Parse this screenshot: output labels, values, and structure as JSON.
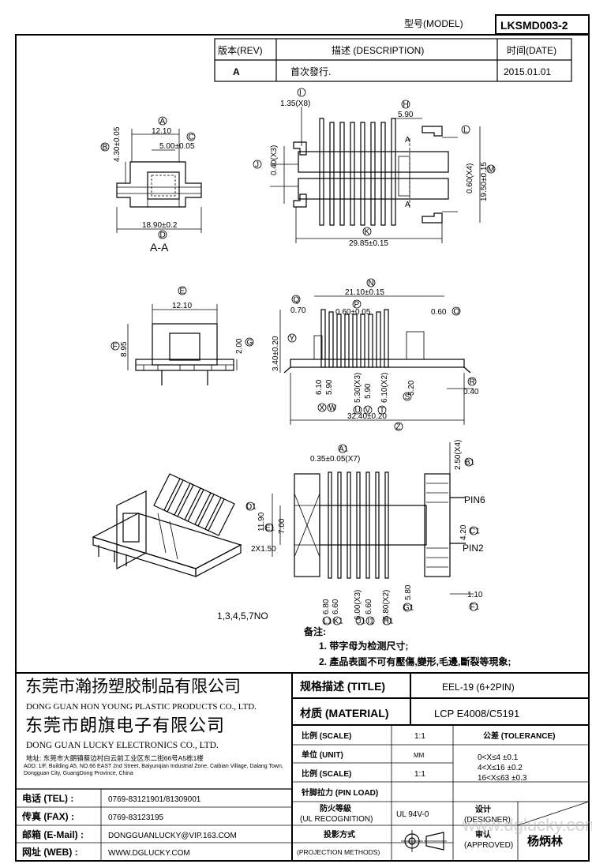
{
  "header": {
    "model_label": "型号(MODEL)",
    "model_value": "LKSMD003-2"
  },
  "revision": {
    "rev_label": "版本(REV)",
    "desc_label": "描述 (DESCRIPTION)",
    "date_label": "时间(DATE)",
    "rev": "A",
    "description": "首次發行.",
    "date": "2015.01.01"
  },
  "views": {
    "section_label": "A-A",
    "pins_note": "1,3,4,5,7NO",
    "pin6": "PIN6",
    "pin2": "PIN2"
  },
  "dims": {
    "A": "12.10",
    "B": "4.30±0.05",
    "C": "5.00±0.05",
    "D": "18.90±0.2",
    "E": "12.10",
    "F": "8.95",
    "G": "2.00",
    "H": "5.90",
    "I": "1.35(X8)",
    "J": "0.40(X3)",
    "K": "29.85±0.15",
    "L": "0.60(X4)",
    "M": "19.50±0.15",
    "N": "21.10±0.15",
    "O": "0.60",
    "P": "0.60±0.05",
    "Q": "0.70",
    "R": "0.40",
    "S": "5.20",
    "Y": "3.40±0.20",
    "Z": "32.40±0.20",
    "UVTX": [
      "6.10",
      "5.90",
      "5.30(X3)",
      "5.90",
      "6.10(X2)"
    ],
    "A1": "0.35±0.05(X7)",
    "B1": "2.50(X4)",
    "C1": "4.20",
    "D1": "11.90",
    "E1": "7.00",
    "E1b": "2X1.50",
    "F1": "1.10",
    "G1": "5.80",
    "bottom_row": [
      "6.80",
      "6.60",
      "6.00(X3)",
      "6.60",
      "6.80(X2)"
    ]
  },
  "notes": {
    "title": "备注:",
    "line1": "1. 带字母为检测尺寸;",
    "line2": "2. 產品表面不可有壓傷,變形,毛邊,斷裂等現象;"
  },
  "company": {
    "name1_cn": "东莞市瀚扬塑胶制品有限公司",
    "name1_en": "DONG GUAN HON YOUNG PLASTIC PRODUCTS CO., LTD.",
    "name2_cn": "东莞市朗旗电子有限公司",
    "name2_en": "DONG GUAN LUCKY ELECTRONICS CO., LTD.",
    "address_cn": "地址: 东莞市大朗镇蔡边村白云前工业区东二街66号A5栋1楼",
    "address_en": "ADD: 1/F, Building A5, NO.66 EAST 2nd Street, Baiyunqian Industrial Zone, Caibian Village, Dalang Town, Dongguan City, GuangDong Province, China"
  },
  "contacts": [
    {
      "label": "电话 (TEL) :",
      "value": "0769-83121901/81309001"
    },
    {
      "label": "传真 (FAX) :",
      "value": "0769-83123195"
    },
    {
      "label": "邮箱 (E-Mail) :",
      "value": "DONGGUANLUCKY@VIP.163.COM"
    },
    {
      "label": "网址 (WEB) :",
      "value": "WWW.DGLUCKY.COM"
    }
  ],
  "specs": {
    "title_label": "规格描述 (TITLE)",
    "title_value": "EEL-19 (6+2PIN)",
    "material_label": "材质 (MATERIAL)",
    "material_value": "LCP E4008/C5191",
    "scale_label": "比例 (SCALE)",
    "scale_value": "1:1",
    "unit_label": "单位 (UNIT)",
    "unit_value": "MM",
    "scale2_label": "比例 (SCALE)",
    "scale2_value": "1:1",
    "pin_load_label": "针脚拉力 (PIN LOAD)",
    "ul_label_cn": "防火等級",
    "ul_label_en": "(UL RECOGNITION)",
    "ul_value": "UL 94V-0",
    "proj_label_cn": "投影方式",
    "proj_label_en": "(PROJECTION METHODS)",
    "tolerance_label": "公差 (TOLERANCE)",
    "tol1": "0<X≤4   ±0.1",
    "tol2": "4<X≤16  ±0.2",
    "tol3": "16<X≤63 ±0.3",
    "designer_cn": "设计",
    "designer_en": "(DESIGNER)",
    "approved_cn": "审认",
    "approved_en": "(APPROVED)",
    "approver": "杨炳林",
    "watermark": "www.dglucky.com"
  },
  "colors": {
    "ink": "#000000",
    "watermark": "#b8b8b8"
  }
}
